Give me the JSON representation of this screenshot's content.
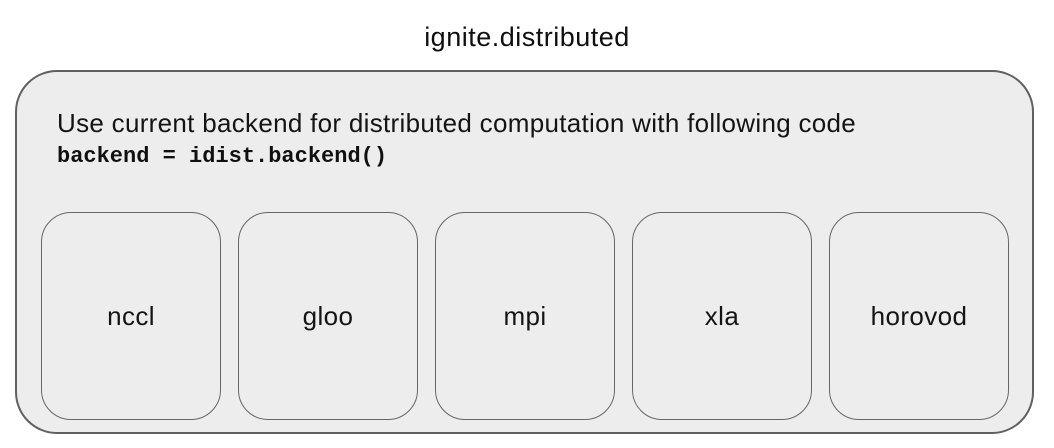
{
  "title": "ignite.distributed",
  "container": {
    "description": "Use current backend for distributed computation with following code",
    "code": "backend = idist.backend()",
    "backends": [
      {
        "label": "nccl"
      },
      {
        "label": "gloo"
      },
      {
        "label": "mpi"
      },
      {
        "label": "xla"
      },
      {
        "label": "horovod"
      }
    ]
  },
  "colors": {
    "background": "#ffffff",
    "box_fill": "#ededed",
    "box_border": "#606060",
    "text": "#111111"
  }
}
